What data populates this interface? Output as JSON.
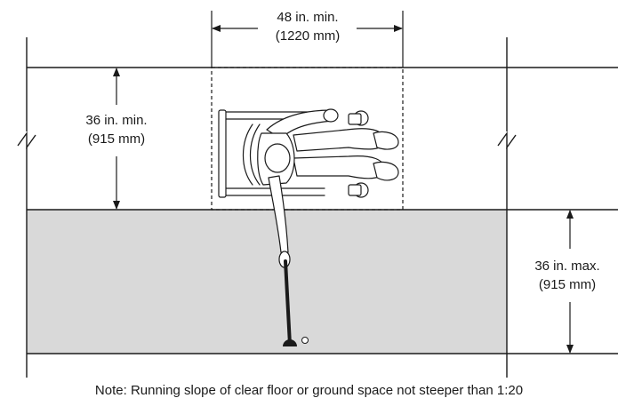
{
  "dimensions": {
    "width_label": {
      "line1": "48 in. min.",
      "line2": "(1220 mm)"
    },
    "depth_label": {
      "line1": "36 in. min.",
      "line2": "(915 mm)"
    },
    "reach_label": {
      "line1": "36 in. max.",
      "line2": "(915 mm)"
    }
  },
  "note": "Note: Running slope of clear floor or ground space not steeper than 1:20",
  "colors": {
    "line": "#1a1a1a",
    "shaded_area": "#d9d9d9",
    "background": "#ffffff"
  }
}
